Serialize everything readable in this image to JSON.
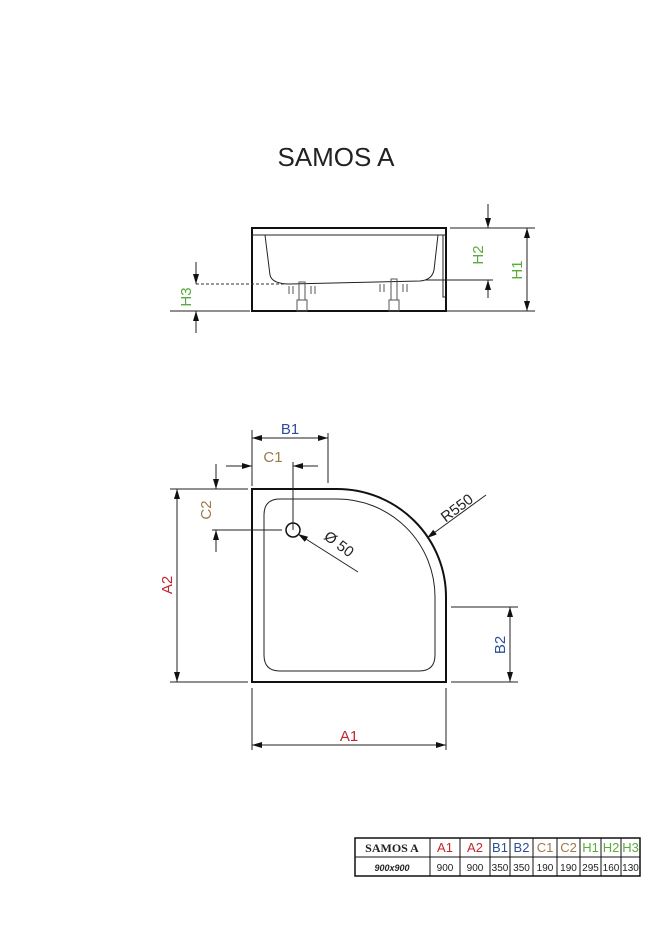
{
  "title": "SAMOS A",
  "colors": {
    "a": "#c0272d",
    "b": "#2e4e9a",
    "c": "#9c7a4a",
    "h": "#5aab3a"
  },
  "side_view": {
    "labels": {
      "h1": "H1",
      "h2": "H2",
      "h3": "H3"
    }
  },
  "plan_view": {
    "labels": {
      "a1": "A1",
      "a2": "A2",
      "b1": "B1",
      "b2": "B2",
      "c1": "C1",
      "c2": "C2"
    },
    "radius": "R550",
    "drain": "Ø 50"
  },
  "table": {
    "model": "SAMOS A",
    "size": "900x900",
    "headers": [
      "A1",
      "A2",
      "B1",
      "B2",
      "C1",
      "C2",
      "H1",
      "H2",
      "H3"
    ],
    "values": [
      "900",
      "900",
      "350",
      "350",
      "190",
      "190",
      "295",
      "160",
      "130"
    ]
  }
}
